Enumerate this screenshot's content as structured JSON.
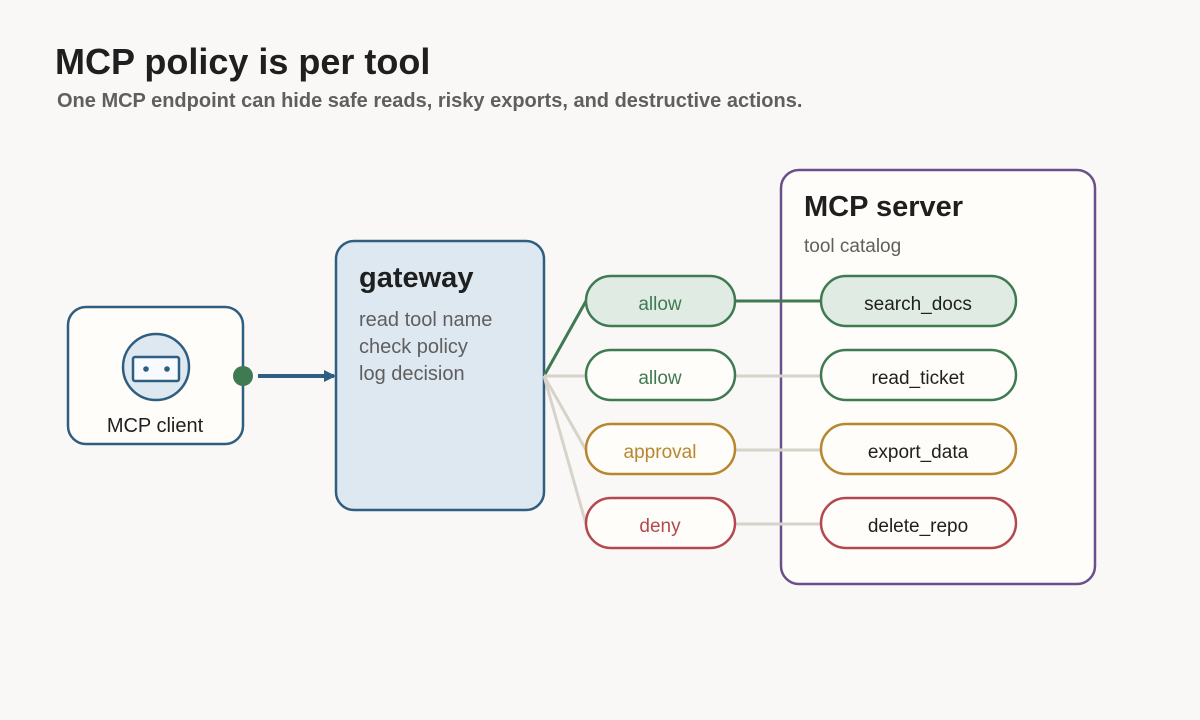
{
  "header": {
    "title": "MCP policy is per tool",
    "subtitle": "One MCP endpoint can hide safe reads, risky exports, and destructive actions."
  },
  "client": {
    "label": "MCP client",
    "icon": "plug-icon"
  },
  "gateway": {
    "title": "gateway",
    "steps": [
      "read tool name",
      "check policy",
      "log decision"
    ]
  },
  "server": {
    "title": "MCP server",
    "subtitle": "tool catalog"
  },
  "rows": [
    {
      "decision": "allow",
      "tool": "search_docs",
      "status": "allow",
      "active": true
    },
    {
      "decision": "allow",
      "tool": "read_ticket",
      "status": "allow",
      "active": false
    },
    {
      "decision": "approval",
      "tool": "export_data",
      "status": "approval",
      "active": false
    },
    {
      "decision": "deny",
      "tool": "delete_repo",
      "status": "deny",
      "active": false
    }
  ],
  "colors": {
    "background": "#f9f8f6",
    "title": "#1f1f1f",
    "subtitle": "#5f5f5f",
    "client_stroke": "#2f5e80",
    "client_fill": "#fefdf9",
    "gateway_fill": "#dde8f1",
    "server_stroke": "#6b4f8a",
    "server_fill": "#fefdf9",
    "allow": "#3f7a53",
    "allow_fill": "#e0ece3",
    "approval": "#b8862e",
    "deny": "#b4484e",
    "inactive_line": "#d7d3cb",
    "arrow": "#2f5e80"
  }
}
